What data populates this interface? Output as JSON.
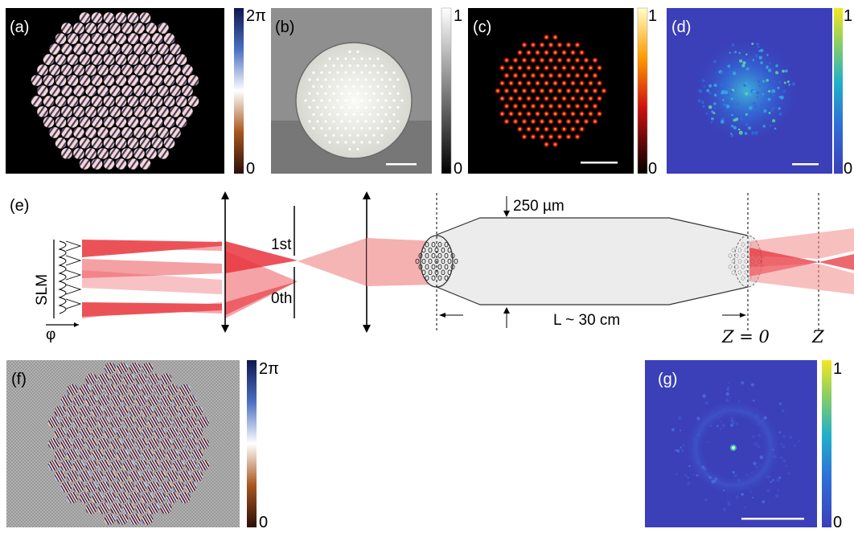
{
  "panels": {
    "a": {
      "label": "(a)",
      "cbar_top": "2π",
      "cbar_bottom": "0"
    },
    "b": {
      "label": "(b)",
      "cbar_top": "1",
      "cbar_bottom": "0"
    },
    "c": {
      "label": "(c)",
      "cbar_top": "1",
      "cbar_bottom": "0"
    },
    "d": {
      "label": "(d)",
      "cbar_top": "1",
      "cbar_bottom": "0"
    },
    "e": {
      "label": "(e)"
    },
    "f": {
      "label": "(f)",
      "cbar_top": "2π",
      "cbar_bottom": "0"
    },
    "g": {
      "label": "(g)",
      "cbar_top": "1",
      "cbar_bottom": "0"
    }
  },
  "setup": {
    "slm_label": "SLM",
    "phi_label": "φ",
    "order_first": "1st",
    "order_zero": "0th",
    "core_size": "250 µm",
    "fiber_length": "L ~ 30 cm",
    "z0_label": "Z = 0",
    "z_label": "Z"
  },
  "colors": {
    "beam": "#e8343c",
    "beam_light": "#f4a3a3",
    "fiber_fill": "#ececec",
    "viridis_background": "#3b3fb8",
    "hot_spot": "#ff5a1e"
  }
}
